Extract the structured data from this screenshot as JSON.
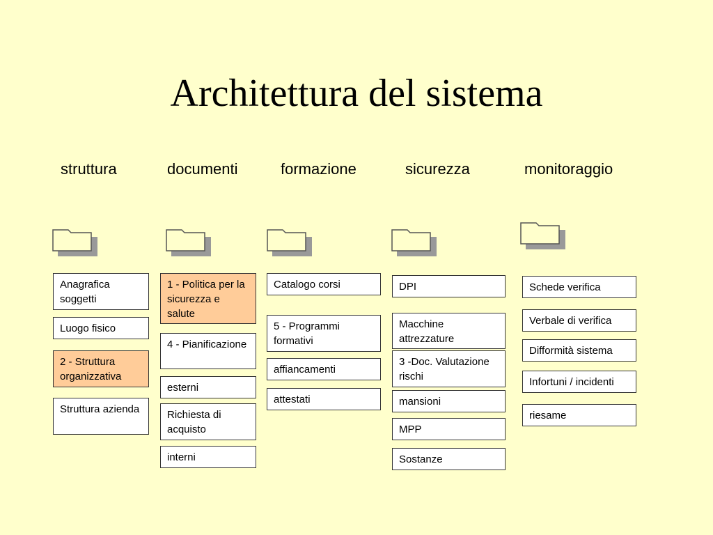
{
  "title": "Architettura del sistema",
  "columns": [
    {
      "header": "struttura",
      "items": [
        "Anagrafica soggetti",
        "Luogo fisico",
        "2 - Struttura organizzativa",
        "Struttura azienda"
      ]
    },
    {
      "header": "documenti",
      "items": [
        "1 - Politica per la sicurezza e salute",
        "4 - Pianificazione",
        "esterni",
        "Richiesta di acquisto",
        "interni"
      ]
    },
    {
      "header": "formazione",
      "items": [
        "Catalogo corsi",
        "5 - Programmi formativi",
        "affiancamenti",
        "attestati"
      ]
    },
    {
      "header": "sicurezza",
      "items": [
        "DPI",
        "Macchine attrezzature",
        "3 -Doc. Valutazione rischi",
        "mansioni",
        "MPP",
        "Sostanze"
      ]
    },
    {
      "header": "monitoraggio",
      "items": [
        "Schede verifica",
        "Verbale di verifica",
        "Difformità sistema",
        "Infortuni / incidenti",
        "riesame"
      ]
    }
  ],
  "colors": {
    "background": "#ffffcc",
    "highlight": "#ffcc99",
    "folder_shadow": "#999999"
  },
  "icons": [
    "folder-icon"
  ]
}
